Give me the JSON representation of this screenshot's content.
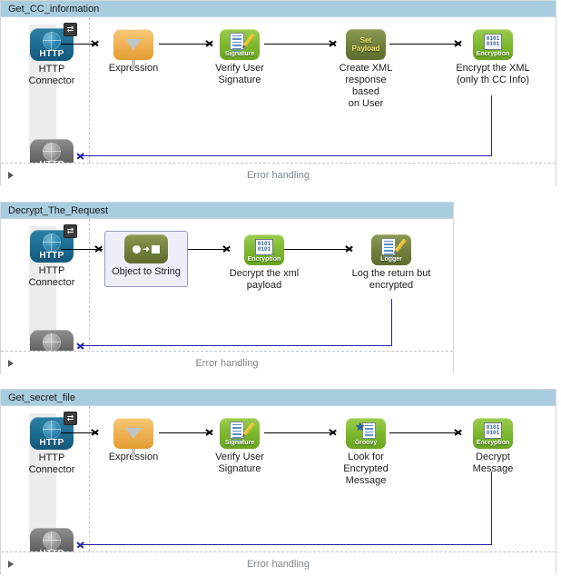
{
  "app": {
    "kind": "integration-flow-editor",
    "colors": {
      "flow_header": "#a8cddf",
      "panel_border": "#d3d7da",
      "return_line": "#2323a8",
      "connector_line": "#000000",
      "error_text": "#7c848c",
      "selection_fill": "#eeeefb",
      "selection_border": "#9a9ac0",
      "http_blue": "#1d6f95",
      "http_gray": "#6f6f6f",
      "tile_orange": "#efb152",
      "tile_green": "#7cb72e",
      "tile_olive": "#71803c"
    }
  },
  "flows": [
    {
      "title": "Get_CC_information",
      "error_handling": {
        "label": "Error handling",
        "expanded": false,
        "toggle_icon": "triangle-right-icon"
      },
      "source": {
        "icon": "http-connector-icon",
        "label": "HTTP Connector",
        "badge_icon": "inbound-outbound-arrows-icon"
      },
      "response": {
        "icon": "http-response-icon",
        "label": ""
      },
      "steps": [
        {
          "icon": "expression-filter-icon",
          "icon_label": "",
          "label": "Expression",
          "style": "orange"
        },
        {
          "icon": "signature-icon",
          "icon_label": "Signature",
          "label": "Verify User\nSignature",
          "style": "green"
        },
        {
          "icon": "set-payload-icon",
          "icon_label": "Set Payload",
          "label": "Create XML\nresponse based\non User",
          "style": "olive"
        },
        {
          "icon": "encryption-icon",
          "icon_label": "Encryption",
          "label": "Encrypt the XML\n(only th CC Info)",
          "style": "green"
        }
      ]
    },
    {
      "title": "Decrypt_The_Request",
      "error_handling": {
        "label": "Error handling",
        "expanded": false,
        "toggle_icon": "triangle-right-icon"
      },
      "source": {
        "icon": "http-connector-icon",
        "label": "HTTP Connector",
        "badge_icon": "inbound-outbound-arrows-icon"
      },
      "response": {
        "icon": "http-response-icon",
        "label": ""
      },
      "steps": [
        {
          "icon": "object-to-string-icon",
          "icon_label": "",
          "label": "Object to String",
          "style": "olive",
          "selected": true
        },
        {
          "icon": "encryption-icon",
          "icon_label": "Encryption",
          "label": "Decrypt the xml\npayload",
          "style": "green"
        },
        {
          "icon": "logger-icon",
          "icon_label": "Logger",
          "label": "Log the return but\nencrypted",
          "style": "olive"
        }
      ]
    },
    {
      "title": "Get_secret_file",
      "error_handling": {
        "label": "Error handling",
        "expanded": false,
        "toggle_icon": "triangle-right-icon"
      },
      "source": {
        "icon": "http-connector-icon",
        "label": "HTTP Connector",
        "badge_icon": "inbound-outbound-arrows-icon"
      },
      "response": {
        "icon": "http-response-icon",
        "label": ""
      },
      "steps": [
        {
          "icon": "expression-filter-icon",
          "icon_label": "",
          "label": "Expression",
          "style": "orange"
        },
        {
          "icon": "signature-icon",
          "icon_label": "Signature",
          "label": "Verify User\nSignature",
          "style": "green"
        },
        {
          "icon": "groovy-icon",
          "icon_label": "Groovy",
          "label": "Look for\nEncrypted\nMessage",
          "style": "green"
        },
        {
          "icon": "encryption-icon",
          "icon_label": "Encryption",
          "label": "Decrypt Message",
          "style": "green"
        }
      ]
    }
  ],
  "icon_glyphs": {
    "http_text": "HTTP",
    "badge_text": "⇄",
    "encryption_bits_top": "0101",
    "encryption_bits_bottom": "0101",
    "object_to_string_arrow": "➜"
  }
}
